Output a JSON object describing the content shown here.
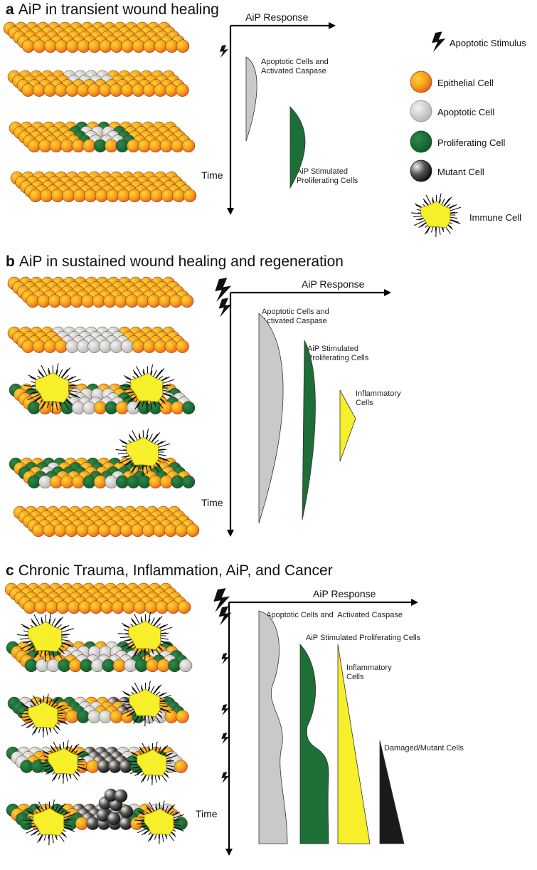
{
  "panels": {
    "a": {
      "letter": "a",
      "title": "AiP in transient wound healing",
      "axis_x": "AiP Response",
      "axis_y": "Time",
      "curves": [
        "Apoptotic Cells and\nActivated Caspase",
        "AiP Stimulated\nProliferating Cells"
      ]
    },
    "b": {
      "letter": "b",
      "title": "AiP in sustained wound healing and regeneration",
      "axis_x": "AiP Response",
      "axis_y": "Time",
      "curves": [
        "Apoptotic Cells and\nActivated Caspase",
        "AiP Stimulated\nProliferating Cells",
        "Inflammatory\nCells"
      ]
    },
    "c": {
      "letter": "c",
      "title": "Chronic Trauma, Inflammation, AiP, and Cancer",
      "axis_x": "AiP Response",
      "axis_y": "Time",
      "curves": [
        "Apoptotic Cells and  Activated Caspase",
        "AiP Stimulated Proliferating Cells",
        "Inflammatory\nCells",
        "Damaged/Mutant Cells"
      ]
    }
  },
  "legend": {
    "items": [
      {
        "label": "Apoptotic Stimulus",
        "icon": "lightning-bolt-icon"
      },
      {
        "label": "Epithelial Cell",
        "icon": "epithelial-cell-icon",
        "color": "#f39a1e"
      },
      {
        "label": "Apoptotic Cell",
        "icon": "apoptotic-cell-icon",
        "color": "#c8c9cb"
      },
      {
        "label": "Proliferating Cell",
        "icon": "proliferating-cell-icon",
        "color": "#1e6e37"
      },
      {
        "label": "Mutant Cell",
        "icon": "mutant-cell-icon",
        "color": "#2b2b2b"
      },
      {
        "label": "Immune Cell",
        "icon": "immune-cell-icon",
        "color": "#f6ef2a"
      }
    ]
  },
  "colors": {
    "epithelial": "#f39a1e",
    "apoptotic": "#c8c9cb",
    "proliferating": "#1e6e37",
    "inflammatory": "#f6ef2a",
    "mutant": "#1c1c1c"
  }
}
